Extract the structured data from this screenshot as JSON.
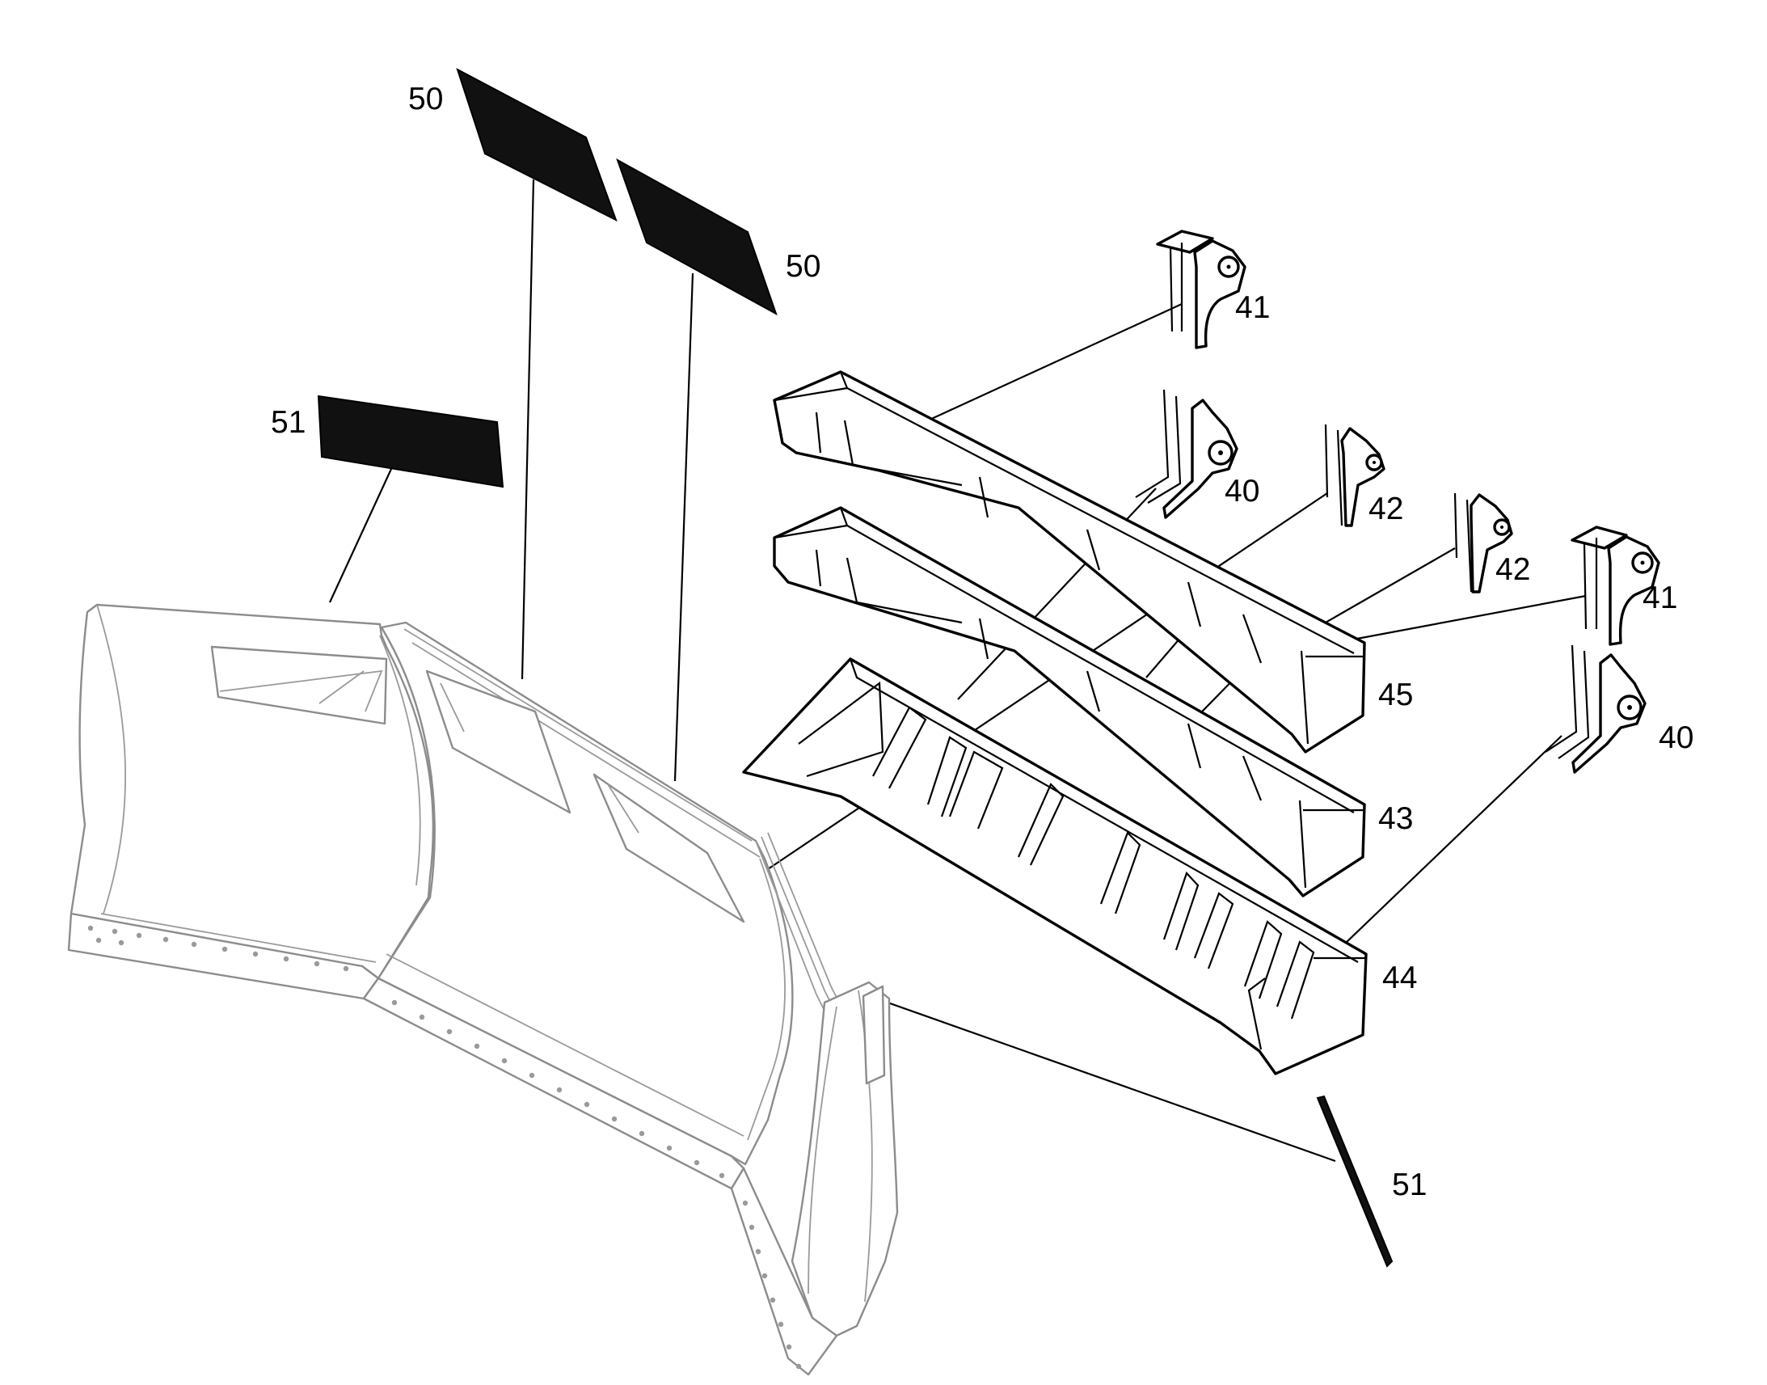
{
  "labels": {
    "mesh_top_left": "50",
    "mesh_top_right": "50",
    "mesh_left": "51",
    "mesh_lower_right": "51",
    "bracket_41_upper": "41",
    "bracket_41_lower": "41",
    "bracket_40_upper": "40",
    "bracket_40_lower": "40",
    "bracket_42_left": "42",
    "bracket_42_right": "42",
    "beam_top": "45",
    "beam_middle": "43",
    "beam_bottom": "44"
  }
}
